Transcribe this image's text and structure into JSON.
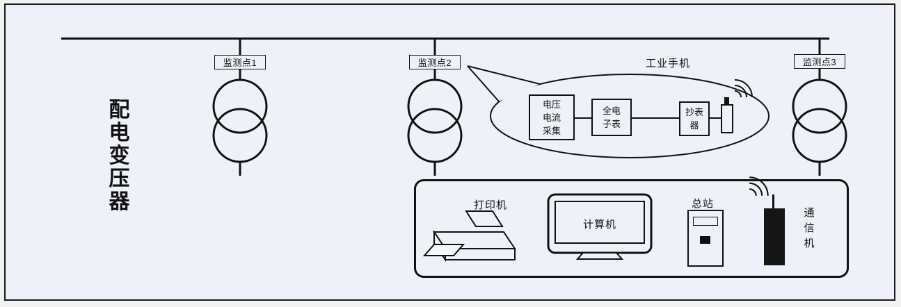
{
  "colors": {
    "bg": "#eef1f7",
    "line": "#111111"
  },
  "left_title": "配\n电\n变\n压\n器",
  "monitor_points": [
    {
      "label": "监测点1"
    },
    {
      "label": "监测点2"
    },
    {
      "label": "监测点3"
    }
  ],
  "callout": {
    "title": "工业手机",
    "acquisition_box": "电压\n电流\n采集",
    "meter_box": "全电\n子表",
    "reader_box": "抄表\n器"
  },
  "panel": {
    "printer_label": "打印机",
    "computer_label": "计算机",
    "station_label": "总站",
    "comm_label": "通\n信\n机"
  }
}
